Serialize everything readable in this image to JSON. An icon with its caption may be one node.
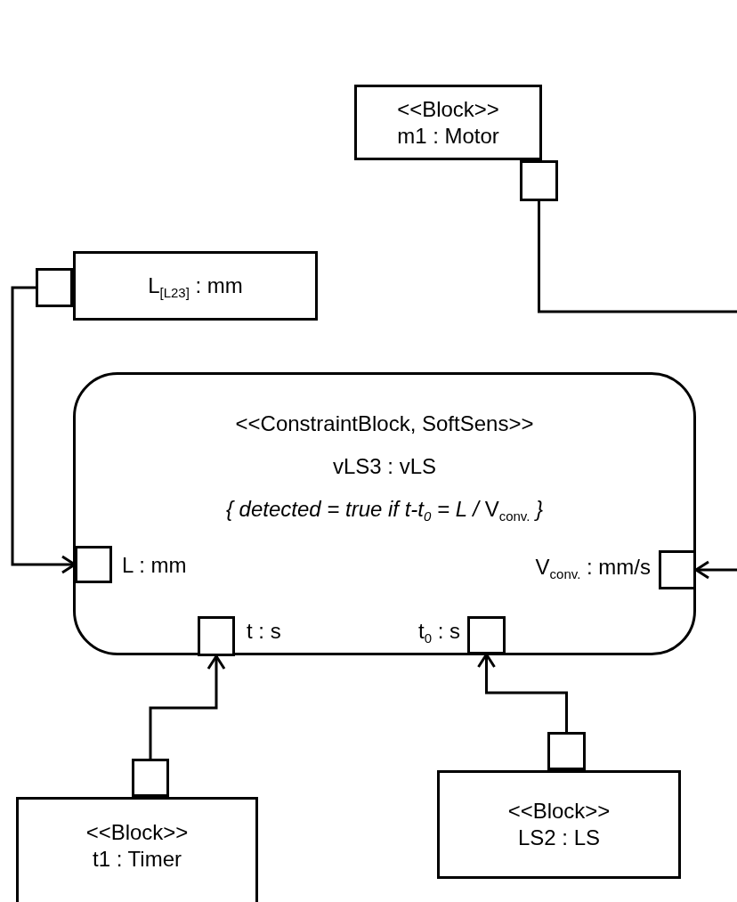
{
  "diagram": {
    "nodes": [
      {
        "text": [
          "<<Block>>",
          "m1 : Motor"
        ]
      },
      {
        "text": [],
        "shape": "box"
      },
      {
        "text": [
          "L$_{[L23]}$ : mm"
        ]
      },
      {
        "text": [],
        "shape": "box"
      },
      {
        "text": [
          "<<ConstraintBlock, SoftSens>>",
          "vLS3 : vLS",
          "*{ detected = true if t-t*$_{0}$ *= L /* V$_{conv.}$ *}*"
        ]
      },
      {
        "text": [],
        "shape": "box",
        "in": 4,
        "beside": [
          "L : mm"
        ]
      },
      {
        "text": [],
        "shape": "box",
        "in": 4,
        "beside": [
          "V$_{conv.}$ : mm/s"
        ]
      },
      {
        "text": [],
        "shape": "box",
        "in": 4,
        "beside": [
          "t : s"
        ]
      },
      {
        "text": [],
        "shape": "box",
        "in": 4,
        "beside": [
          "t$_{0}$ : s"
        ]
      },
      {
        "text": [],
        "shape": "box"
      },
      {
        "text": [
          "<<Block>>",
          "t1 : Timer"
        ]
      },
      {
        "text": [],
        "shape": "box"
      },
      {
        "text": [
          "<<Block>>",
          "LS2 : LS"
        ]
      }
    ],
    "edges": [
      {
        "from": 3,
        "to": 5,
        "arrow": "to"
      },
      {
        "from": 1,
        "to": null,
        "arrow": "none"
      },
      {
        "from": null,
        "to": 6,
        "arrow": "to"
      },
      {
        "from": 9,
        "to": 7,
        "arrow": "to"
      },
      {
        "from": 11,
        "to": 8,
        "arrow": "to"
      }
    ]
  }
}
